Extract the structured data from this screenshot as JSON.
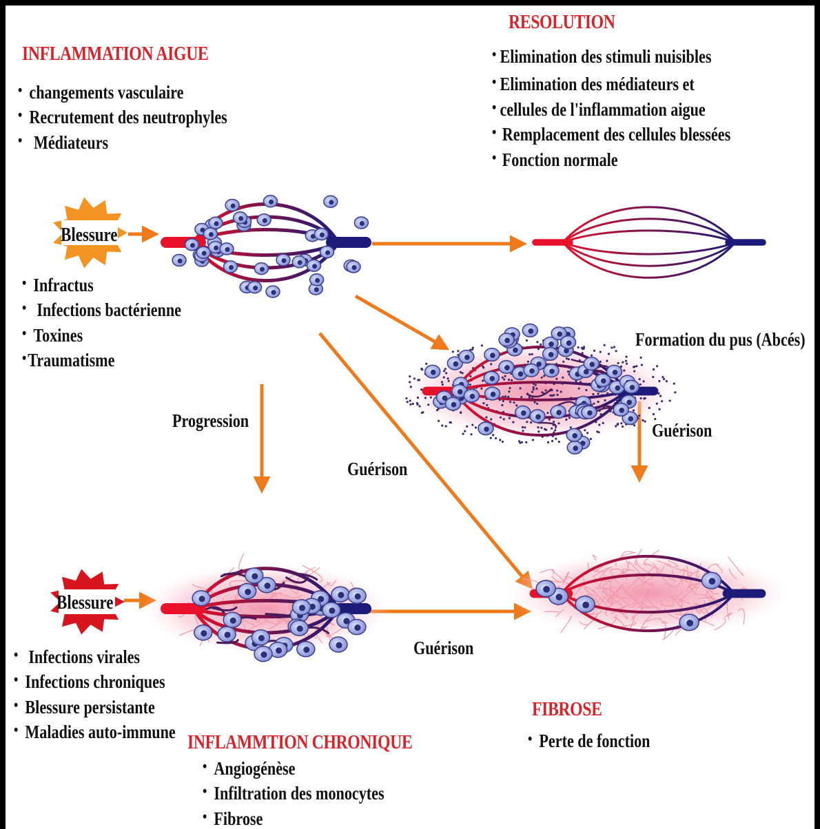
{
  "colors": {
    "inflammation_red": "#d8232a",
    "arrow_orange": "#ee7a1c",
    "artery_red": "#e8102a",
    "vein_blue": "#1e1a7a",
    "burst_orange": "#f29322",
    "burst_red": "#d8141e",
    "tissue_pink": "#f2b4c4"
  },
  "acute": {
    "title": "INFLAMMATION AIGUE",
    "items": [
      "changements vasculaire",
      "Recrutement des neutrophyles",
      "Médiateurs"
    ],
    "injury": "Blessure",
    "causes": [
      "Infractus",
      "Infections bactérienne",
      "Toxines",
      "Traumatisme"
    ]
  },
  "resolution": {
    "title": "RESOLUTION",
    "items": [
      "Elimination des stimuli nuisibles",
      "Elimination des médiateurs et",
      "cellules de l'inflammation aigue",
      "Remplacement des cellules blessées",
      "Fonction normale"
    ]
  },
  "abscess": {
    "label": "Formation du pus (Abcés)"
  },
  "arrows": {
    "progression": "Progression",
    "healing_center": "Guérison",
    "healing_right": "Guérison",
    "healing_bottom": "Guérison"
  },
  "chronic": {
    "title": "INFLAMMTION CHRONIQUE",
    "injury": "Blessure",
    "causes": [
      "Infections virales",
      "Infections chroniques",
      "Blessure persistante",
      "Maladies auto-immune"
    ],
    "items": [
      "Angiogénèse",
      "Infiltration des monocytes",
      "Fibrose"
    ]
  },
  "fibrosis": {
    "title": "FIBROSE",
    "items": [
      "Perte de fonction"
    ]
  }
}
